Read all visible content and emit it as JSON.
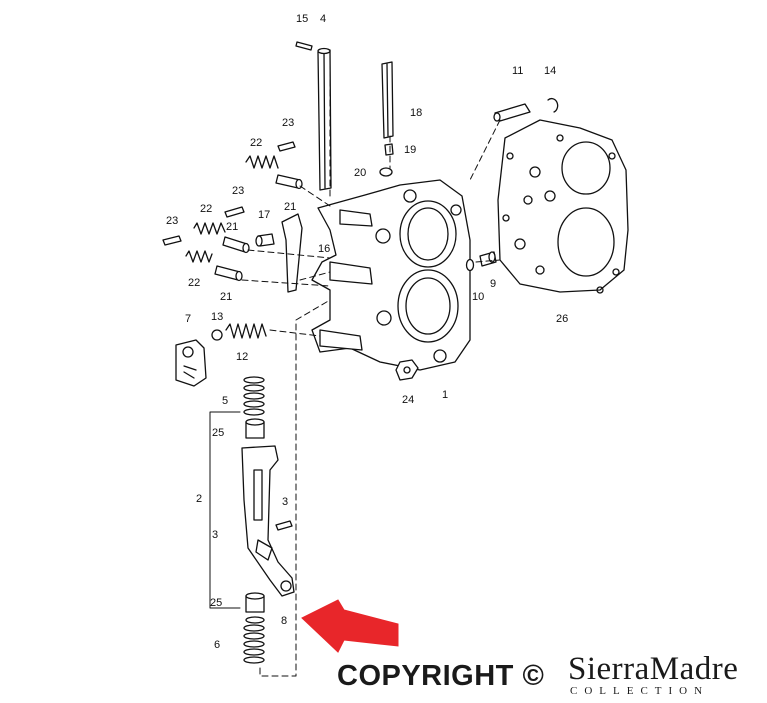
{
  "diagram": {
    "part_labels": [
      "15",
      "4",
      "11",
      "14",
      "18",
      "23",
      "22",
      "19",
      "20",
      "21",
      "23",
      "22",
      "17",
      "23",
      "21",
      "16",
      "10",
      "9",
      "26",
      "22",
      "21",
      "13",
      "7",
      "12",
      "24",
      "1",
      "5",
      "25",
      "2",
      "3",
      "3",
      "25",
      "8",
      "6"
    ],
    "accent_color": "#e8262a"
  },
  "watermark": {
    "copyright": "COPYRIGHT ©",
    "brand": "SierraMadre",
    "brand_sub": "COLLECTION"
  }
}
